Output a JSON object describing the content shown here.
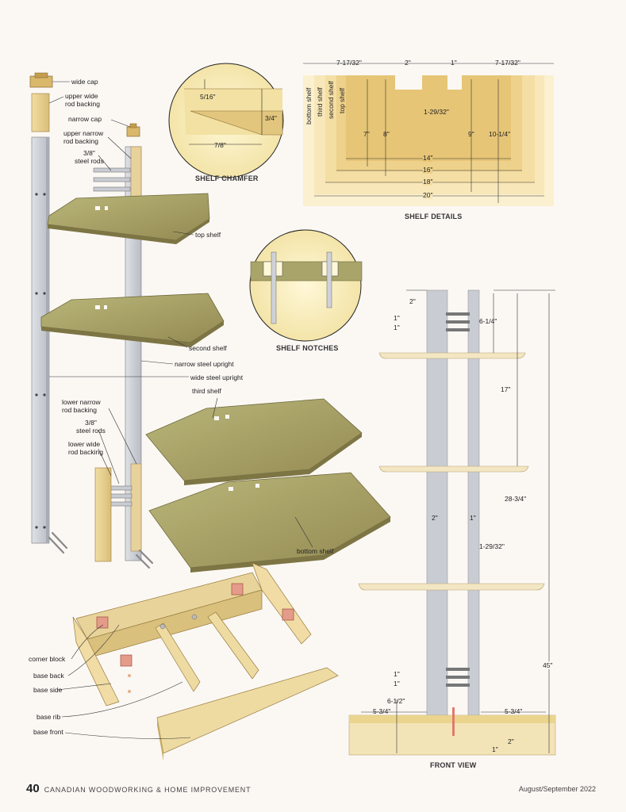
{
  "exploded": {
    "wide_cap": "wide cap",
    "upper_wide_rod_backing": "upper wide\nrod backing",
    "narrow_cap": "narrow cap",
    "upper_narrow_rod_backing": "upper narrow\nrod backing",
    "steel_rods_upper": "3/8\"\nsteel rods",
    "top_shelf": "top shelf",
    "second_shelf": "second shelf",
    "narrow_steel_upright": "narrow steel upright",
    "wide_steel_upright": "wide steel upright",
    "third_shelf": "third shelf",
    "lower_narrow_rod_backing": "lower narrow\nrod backing",
    "steel_rods_lower": "3/8\"\nsteel rods",
    "lower_wide_rod_backing": "lower wide\nrod backing",
    "bottom_shelf": "bottom shelf",
    "corner_block": "corner block",
    "base_back": "base back",
    "base_side": "base side",
    "base_rib": "base rib",
    "base_front": "base front"
  },
  "chamfer": {
    "caption": "SHELF CHAMFER",
    "d_5_16": "5/16\"",
    "d_3_4": "3/4\"",
    "d_7_8": "7/8\""
  },
  "notches": {
    "caption": "SHELF NOTCHES"
  },
  "shelf_details": {
    "caption": "SHELF DETAILS",
    "top_left": "7-17/32\"",
    "top_2": "2\"",
    "top_1": "1\"",
    "top_right": "7-17/32\"",
    "d_1_29_32": "1-29/32\"",
    "d_7": "7\"",
    "d_8": "8\"",
    "d_9": "9\"",
    "d_10_1_4": "10-1/4\"",
    "d_14": "14\"",
    "d_16": "16\"",
    "d_18": "18\"",
    "d_20": "20\"",
    "bottom_shelf": "bottom shelf",
    "third_shelf": "third shelf",
    "second_shelf": "second shelf",
    "top_shelf": "top shelf"
  },
  "front_view": {
    "caption": "FRONT VIEW",
    "d_2_top": "2\"",
    "d_1_a": "1\"",
    "d_1_b": "1\"",
    "d_6_1_4": "6-1/4\"",
    "d_17": "17\"",
    "d_28_3_4": "28-3/4\"",
    "d_45": "45\"",
    "d_2_w": "2\"",
    "d_1_w": "1\"",
    "d_1_29_32": "1-29/32\"",
    "d_1_c": "1\"",
    "d_1_d": "1\"",
    "d_6_1_2": "6-1/2\"",
    "d_5_3_4_l": "5-3/4\"",
    "d_5_3_4_r": "5-3/4\"",
    "d_2_bot": "2\"",
    "d_1_bot": "1\""
  },
  "footer": {
    "page": "40",
    "magazine": "CANADIAN WOODWORKING & HOME IMPROVEMENT",
    "issue": "August/September 2022"
  },
  "colors": {
    "wood_light": "#ead9a0",
    "wood_mid": "#d4b974",
    "shelf_green": "#a9a46a",
    "steel": "#c9ccd2",
    "corner_block": "#e59b8a",
    "detail_bg": "#f4e3b0"
  }
}
